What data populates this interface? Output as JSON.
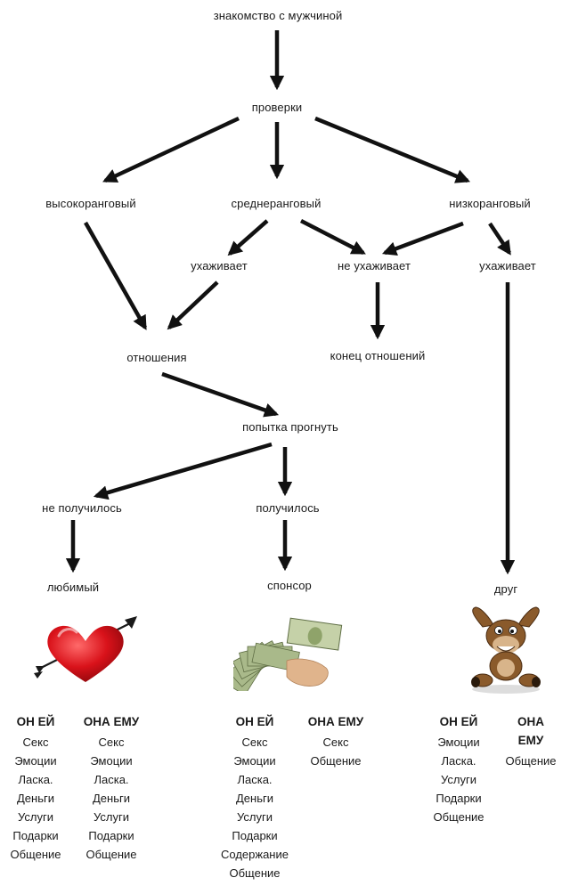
{
  "nodes": {
    "meet": "знакомство с мужчиной",
    "checks": "проверки",
    "high": "высокоранговый",
    "mid": "среднеранговый",
    "low": "низкоранговый",
    "mid_courts": "ухаживает",
    "no_courts": "не ухаживает",
    "low_courts": "ухаживает",
    "relationship": "отношения",
    "end": "конец отношений",
    "bend_try": "попытка прогнуть",
    "failed": "не получилось",
    "succeeded": "получилось",
    "beloved": "любимый",
    "sponsor": "спонсор",
    "friend": "друг"
  },
  "tables": {
    "beloved": {
      "he_header": "ОН ЕЙ",
      "she_header": "ОНА ЕМУ",
      "he": [
        "Секс",
        "Эмоции",
        "Ласка.",
        "Деньги",
        "Услуги",
        "Подарки",
        "Общение"
      ],
      "she": [
        "Секс",
        "Эмоции",
        "Ласка.",
        "Деньги",
        "Услуги",
        "Подарки",
        "Общение"
      ]
    },
    "sponsor": {
      "he_header": "ОН ЕЙ",
      "she_header": "ОНА ЕМУ",
      "he": [
        "Секс",
        "Эмоции",
        "Ласка.",
        "Деньги",
        "Услуги",
        "Подарки",
        "Содержание",
        "Общение"
      ],
      "she": [
        "Секс",
        "Общение"
      ]
    },
    "friend": {
      "he_header": "ОН ЕЙ",
      "she_header": "ОНА ЕМУ",
      "he": [
        "Эмоции",
        "Ласка.",
        "Услуги",
        "Подарки",
        "Общение"
      ],
      "she": [
        "Общение"
      ]
    }
  },
  "icons": {
    "beloved": "heart-with-arrow-icon",
    "sponsor": "money-fan-icon",
    "friend": "donkey-toy-icon"
  },
  "colors": {
    "arrow": "#111111",
    "heart": "#d9121a",
    "money": "#8fa36a",
    "donkey": "#8a5a2b"
  }
}
